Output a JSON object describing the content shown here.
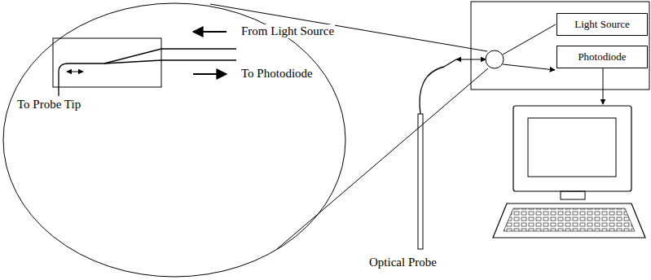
{
  "diagram": {
    "nodes": [
      {
        "text": [
          "Light Source"
        ]
      },
      {
        "text": [
          "Photodiode"
        ]
      }
    ],
    "labels": [
      "From Light Source",
      "To Photodiode",
      "To Probe Tip",
      "Optical Probe"
    ]
  }
}
